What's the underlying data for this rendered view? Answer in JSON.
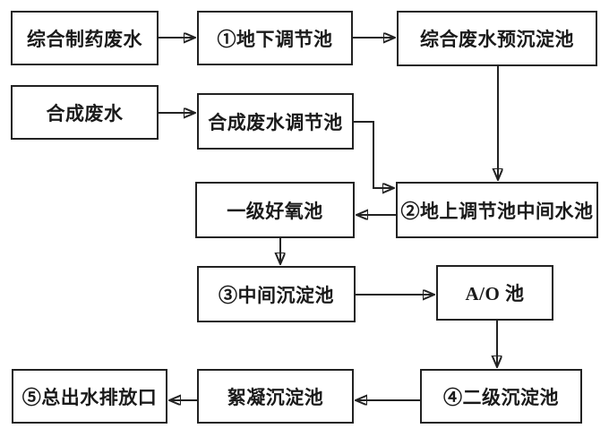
{
  "diagram": {
    "type": "flowchart",
    "subject": "wastewater-treatment-process",
    "nodes": [
      {
        "id": "pharma-wastewater",
        "label": "综合制药废水"
      },
      {
        "id": "underground-regulating-tank",
        "label": "①地下调节池"
      },
      {
        "id": "pre-sedimentation-tank",
        "label": "综合废水预沉淀池"
      },
      {
        "id": "synthetic-wastewater",
        "label": "合成废水"
      },
      {
        "id": "synthetic-regulating-tank",
        "label": "合成废水调节池"
      },
      {
        "id": "first-stage-aerobic-tank",
        "label": "一级好氧池"
      },
      {
        "id": "above-ground-intermediate-tank",
        "label": "②地上调节池中间水池"
      },
      {
        "id": "intermediate-sedimentation-tank",
        "label": "③中间沉淀池"
      },
      {
        "id": "ao-tank",
        "label": "A/O 池"
      },
      {
        "id": "secondary-sedimentation-tank",
        "label": "④二级沉淀池"
      },
      {
        "id": "flocculation-sedimentation-tank",
        "label": "絮凝沉淀池"
      },
      {
        "id": "total-outlet",
        "label": "⑤总出水排放口"
      }
    ],
    "edges": [
      {
        "from": "综合制药废水",
        "to": "①地下调节池"
      },
      {
        "from": "①地下调节池",
        "to": "综合废水预沉淀池"
      },
      {
        "from": "综合废水预沉淀池",
        "to": "②地上调节池中间水池"
      },
      {
        "from": "合成废水",
        "to": "合成废水调节池"
      },
      {
        "from": "合成废水调节池",
        "to": "②地上调节池中间水池"
      },
      {
        "from": "②地上调节池中间水池",
        "to": "一级好氧池"
      },
      {
        "from": "一级好氧池",
        "to": "③中间沉淀池"
      },
      {
        "from": "③中间沉淀池",
        "to": "A/O 池"
      },
      {
        "from": "A/O 池",
        "to": "④二级沉淀池"
      },
      {
        "from": "④二级沉淀池",
        "to": "絮凝沉淀池"
      },
      {
        "from": "絮凝沉淀池",
        "to": "⑤总出水排放口"
      }
    ],
    "colors": {
      "line": "#222222",
      "box_border": "#222222",
      "box_fill": "#ffffff",
      "text": "#1a1a1a",
      "background": "#ffffff"
    }
  }
}
